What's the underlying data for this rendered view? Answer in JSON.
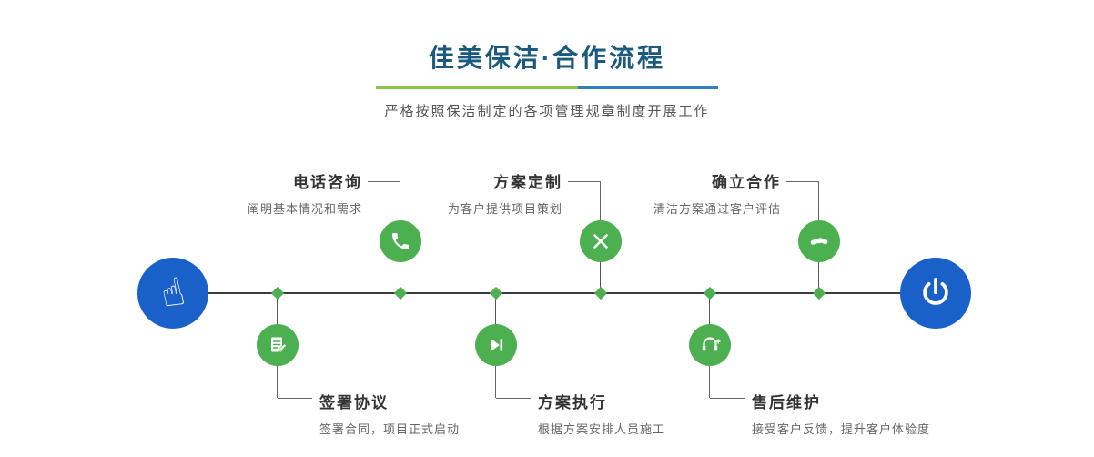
{
  "colors": {
    "title": "#1a5a7e",
    "divider-green": "#8cc34b",
    "divider-blue": "#2f7fc1",
    "node-green": "#4caf50",
    "endpoint-blue": "#1961c9",
    "line": "#3c3c3c",
    "label": "#333333",
    "desc": "#666666"
  },
  "header": {
    "title": "佳美保洁·合作流程",
    "subtitle": "严格按照保洁制定的各项管理规章制度开展工作"
  },
  "timeline": {
    "start_icon": "pointing-hand-icon",
    "end_icon": "power-icon"
  },
  "steps": [
    {
      "id": 1,
      "title": "电话咨询",
      "desc": "阐明基本情况和需求",
      "icon": "phone-icon",
      "position": "top"
    },
    {
      "id": 2,
      "title": "方案定制",
      "desc": "为客户提供项目策划",
      "icon": "pencil-icon",
      "position": "top"
    },
    {
      "id": 3,
      "title": "确立合作",
      "desc": "清洁方案通过客户评估",
      "icon": "handshake-icon",
      "position": "top"
    },
    {
      "id": 4,
      "title": "签署协议",
      "desc": "签署合同，项目正式启动",
      "icon": "contract-icon",
      "position": "bottom"
    },
    {
      "id": 5,
      "title": "方案执行",
      "desc": "根据方案安排人员施工",
      "icon": "play-icon",
      "position": "bottom"
    },
    {
      "id": 6,
      "title": "售后维护",
      "desc": "接受客户反馈，提升客户体验度",
      "icon": "headset-icon",
      "position": "bottom"
    }
  ]
}
